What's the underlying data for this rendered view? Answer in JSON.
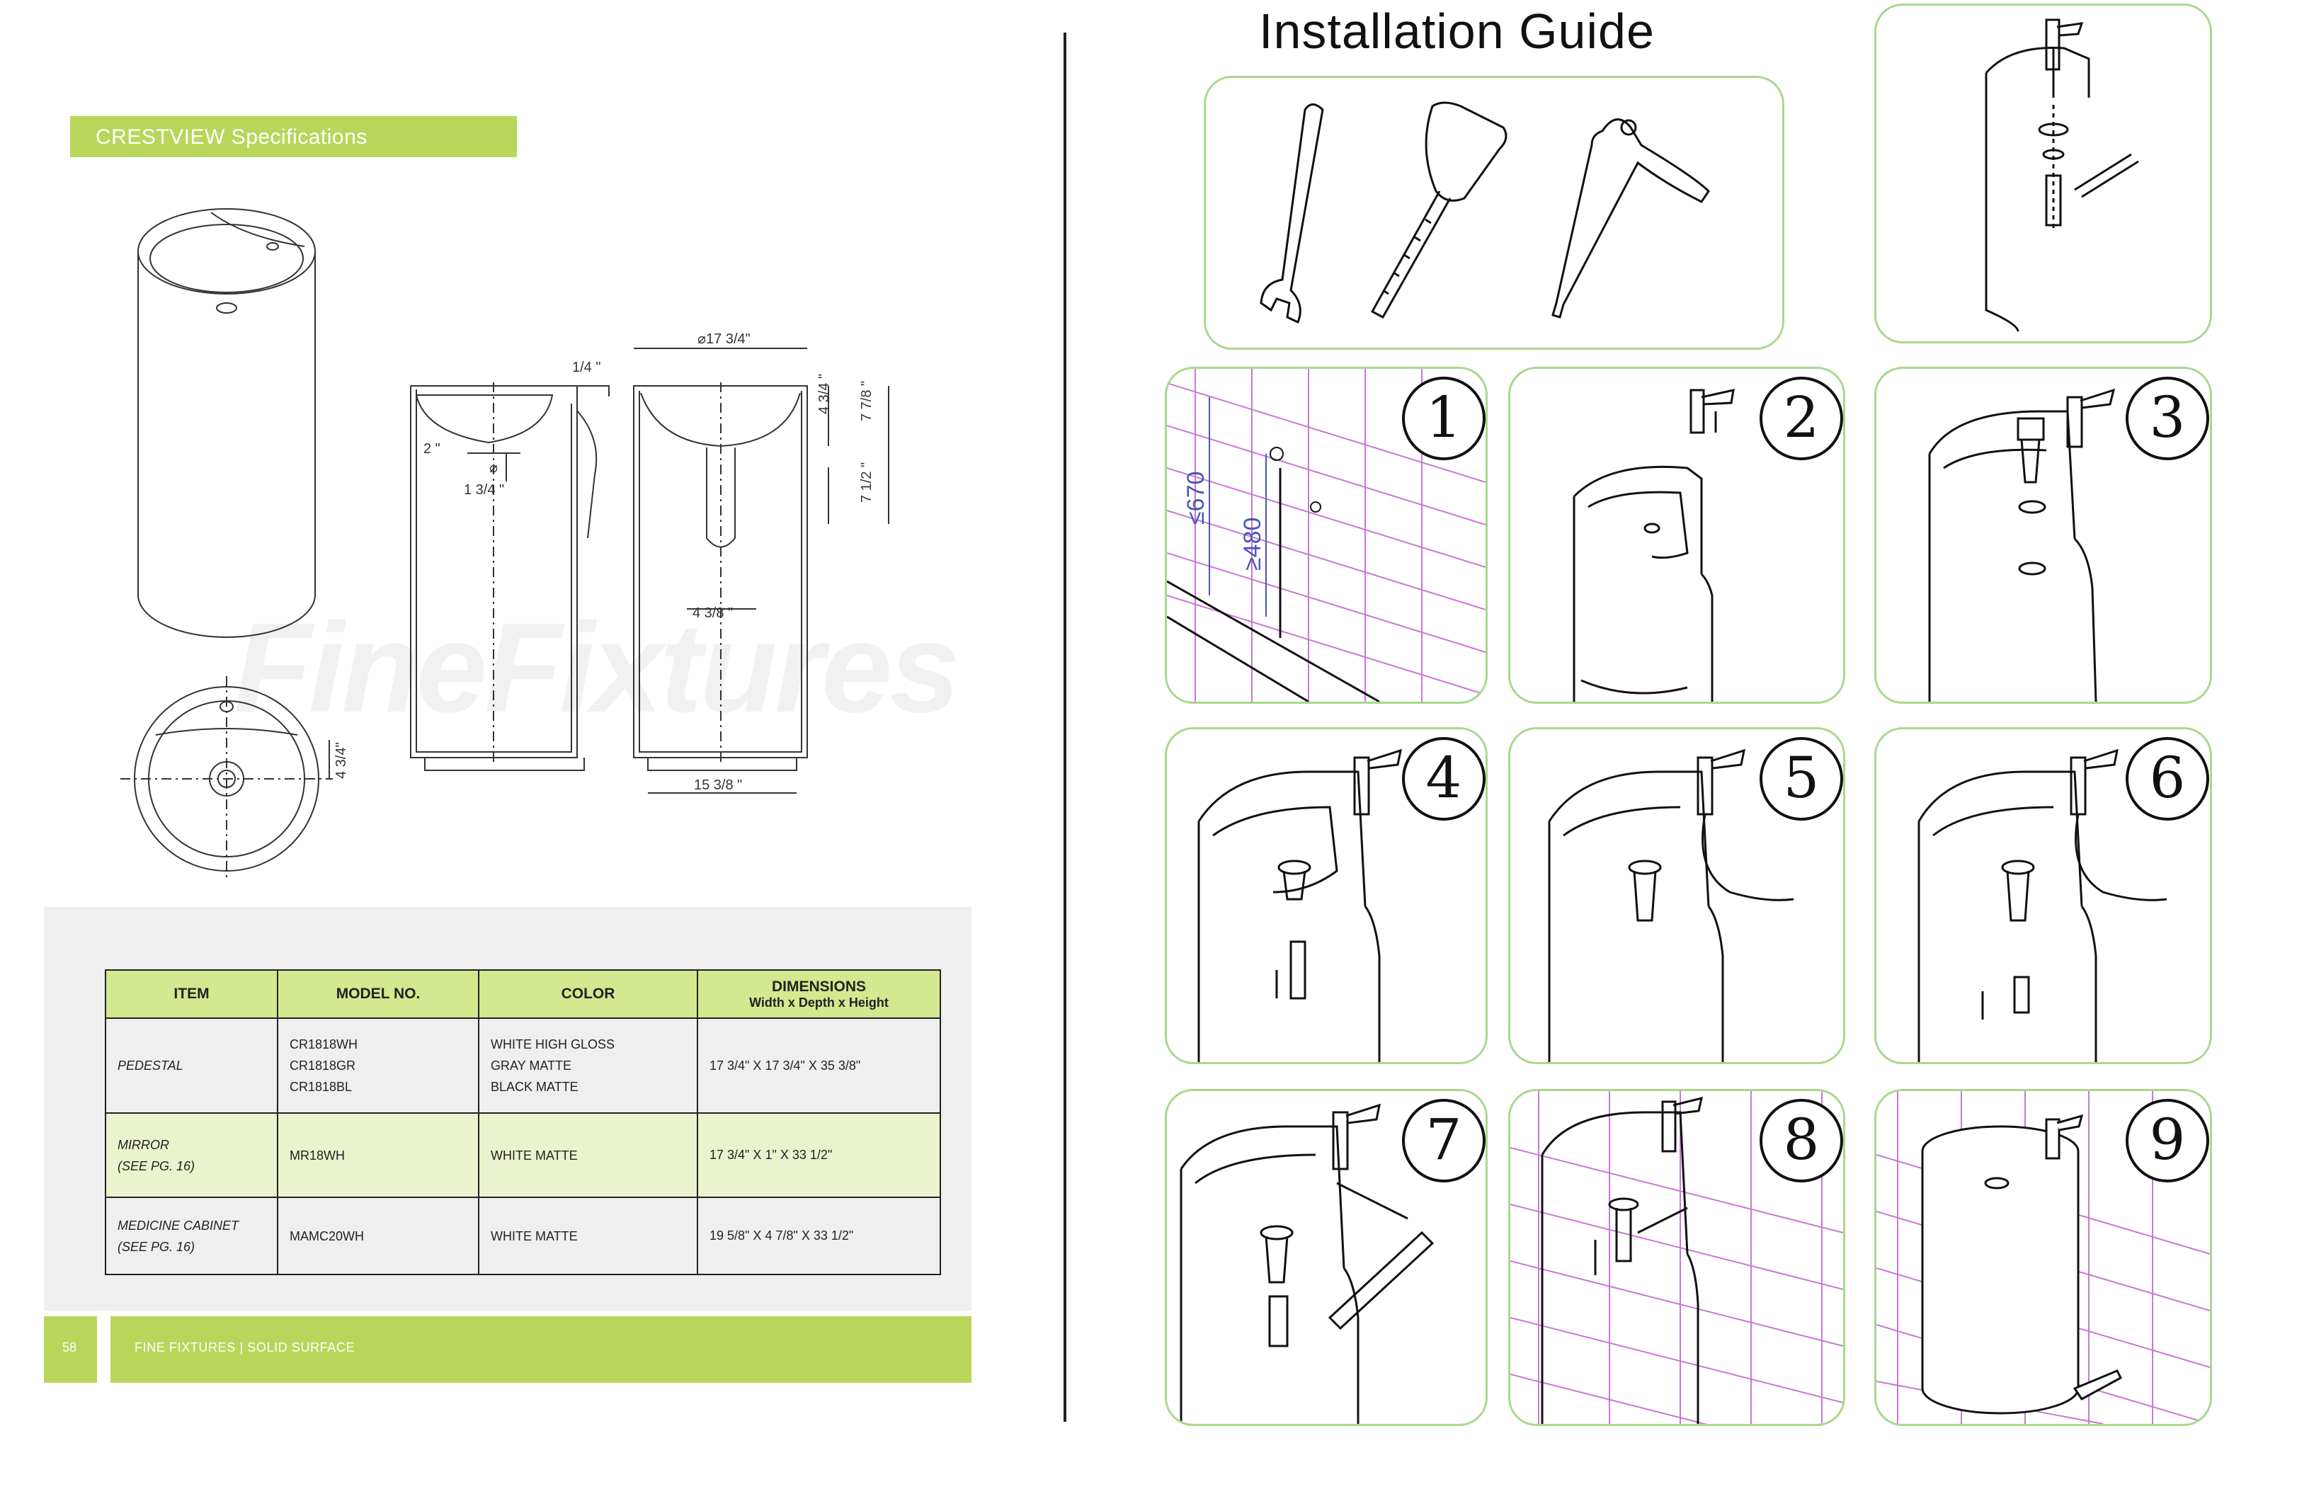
{
  "spec": {
    "title": "CRESTVIEW Specifications",
    "dims": {
      "quarter": "1/4 \"",
      "two": "2 \"",
      "diam_sym": "⌀",
      "one_three_quarter": "1 3/4 \"",
      "dia_top": "⌀17 3/4\"",
      "four_three_quarter": "4 3/4 \"",
      "seven_seven_eighth": "7 7/8 \"",
      "seven_half": "7 1/2 \"",
      "four_three_eighth": "4 3/8 \"",
      "fifteen_three_eighth": "15 3/8 \"",
      "plan_four_three_quarter": "4 3/4\""
    },
    "watermark": "FineFixtures"
  },
  "table": {
    "headers": {
      "item": "ITEM",
      "model": "MODEL NO.",
      "color": "COLOR",
      "dimensions": "DIMENSIONS",
      "dimensions_sub": "Width x Depth x Height"
    },
    "rows": [
      {
        "item": [
          "PEDESTAL"
        ],
        "models": [
          "CR1818WH",
          "CR1818GR",
          "CR1818BL"
        ],
        "colors": [
          "WHITE HIGH GLOSS",
          "GRAY MATTE",
          "BLACK MATTE"
        ],
        "dimensions": "17 3/4\" X 17 3/4\" X 35 3/8\""
      },
      {
        "item": [
          "MIRROR",
          "(SEE PG. 16)"
        ],
        "models": [
          "MR18WH"
        ],
        "colors": [
          "WHITE MATTE"
        ],
        "dimensions": "17 3/4\" X 1\" X 33 1/2\""
      },
      {
        "item": [
          "MEDICINE CABINET",
          "(SEE PG. 16)"
        ],
        "models": [
          "MAMC20WH"
        ],
        "colors": [
          "WHITE MATTE"
        ],
        "dimensions": "19 5/8\" X 4 7/8\" X 33 1/2\""
      }
    ]
  },
  "footer": {
    "page_number": "58",
    "text": "FINE FIXTURES  |  SOLID SURFACE"
  },
  "guide": {
    "title": "Installation  Guide",
    "wall_dims": {
      "max": "≤670",
      "min": "≥480"
    },
    "steps": [
      "1",
      "2",
      "3",
      "4",
      "5",
      "6",
      "7",
      "8",
      "9"
    ]
  },
  "colors": {
    "accent_green": "#b9d65a",
    "panel_border": "#a9d88c",
    "grid_magenta": "#c978d3",
    "dimension_blue": "#4a57b8"
  }
}
